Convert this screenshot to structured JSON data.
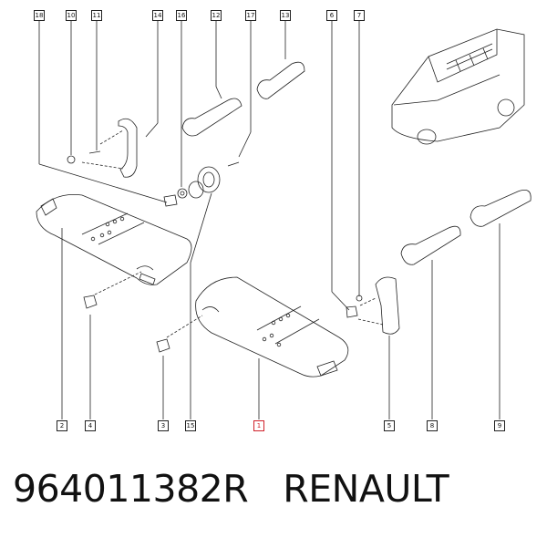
{
  "callouts": {
    "c18": "18",
    "c10": "10",
    "c11": "11",
    "c14": "14",
    "c16": "16",
    "c12": "12",
    "c17": "17",
    "c13": "13",
    "c6": "6",
    "c7": "7",
    "c2": "2",
    "c4": "4",
    "c3": "3",
    "c15": "15",
    "c1": "1",
    "c5": "5",
    "c8": "8",
    "c9": "9"
  },
  "caption": {
    "part_number": "964011382R",
    "brand": "RENAULT"
  },
  "colors": {
    "line": "#222222",
    "highlight": "#d0202a"
  }
}
